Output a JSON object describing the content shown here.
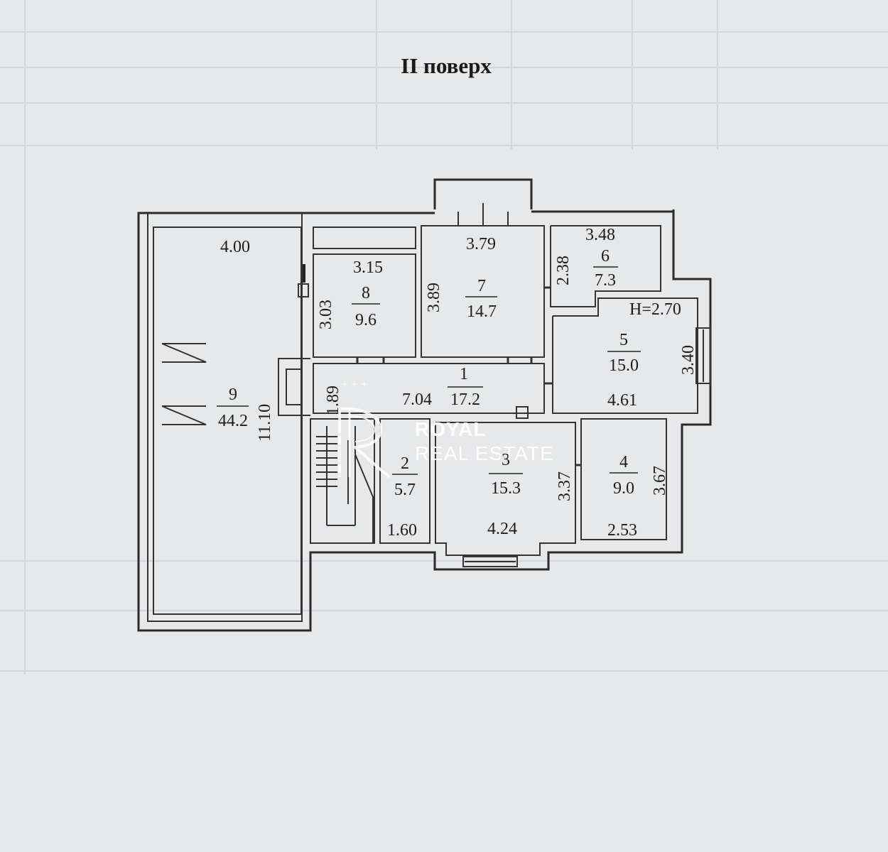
{
  "title": "II поверх",
  "height_note": "H=2.70",
  "rooms": [
    {
      "id": "room-1",
      "number": "1",
      "area": "17.2"
    },
    {
      "id": "room-2",
      "number": "2",
      "area": "5.7"
    },
    {
      "id": "room-3",
      "number": "3",
      "area": "15.3"
    },
    {
      "id": "room-4",
      "number": "4",
      "area": "9.0"
    },
    {
      "id": "room-5",
      "number": "5",
      "area": "15.0"
    },
    {
      "id": "room-6",
      "number": "6",
      "area": "7.3"
    },
    {
      "id": "room-7",
      "number": "7",
      "area": "14.7"
    },
    {
      "id": "room-8",
      "number": "8",
      "area": "9.6"
    },
    {
      "id": "room-9",
      "number": "9",
      "area": "44.2"
    }
  ],
  "dimensions": {
    "room9_width": "4.00",
    "room9_length": "11.10",
    "room8_width": "3.15",
    "room8_length": "3.03",
    "room7_width": "3.79",
    "room7_length": "3.89",
    "room6_width": "3.48",
    "room6_length": "2.38",
    "room5_length": "3.40",
    "room5_width": "4.61",
    "room1_width": "7.04",
    "room1_length": "1.89",
    "room2_width": "1.60",
    "room3_width": "4.24",
    "room3_length": "3.37",
    "room4_width": "2.53",
    "room4_length": "3.67"
  },
  "watermark": {
    "line1": "ROYAL",
    "line2": "REAL ESTATE"
  },
  "colors": {
    "paper": "#e7e8ea",
    "ink": "#1c1c1c",
    "watermark": "#ffffff"
  }
}
